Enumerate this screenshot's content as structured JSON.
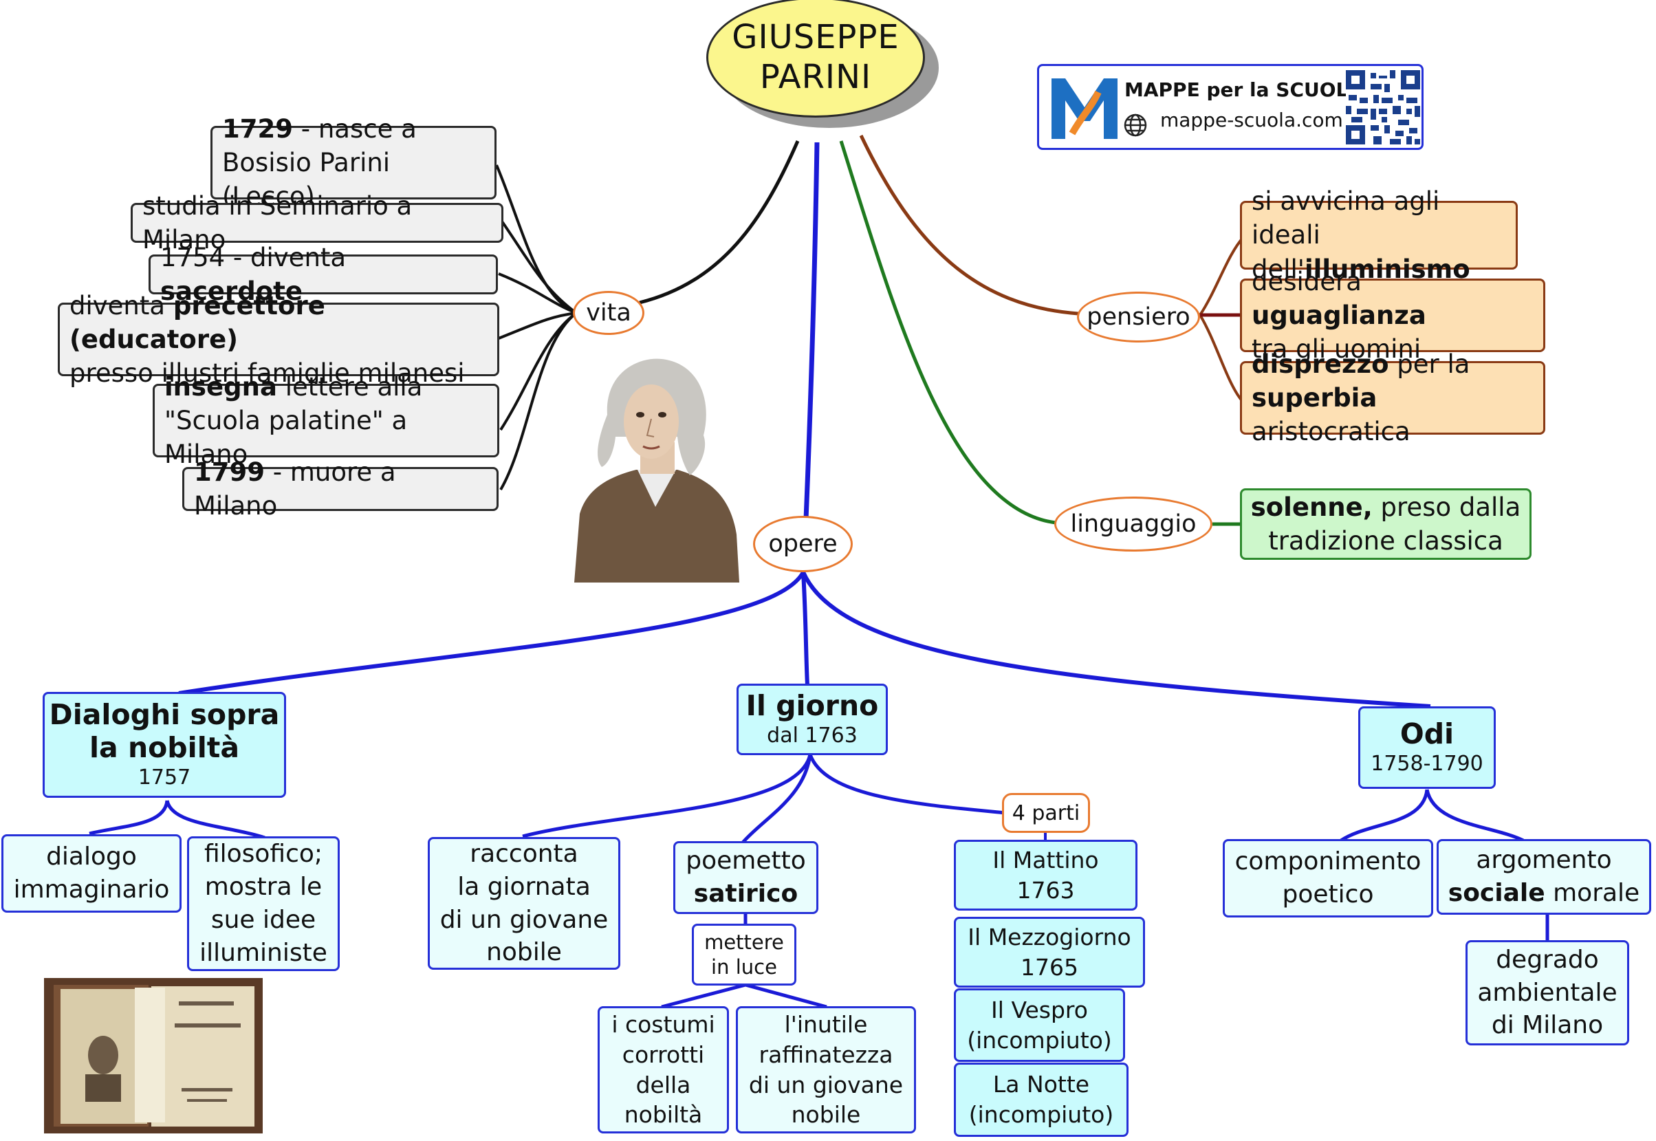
{
  "title": {
    "line1": "GIUSEPPE",
    "line2": "PARINI"
  },
  "logo": {
    "name": "MAPPE per la SCUOLA",
    "site": "mappe-scuola.com",
    "mark": "M"
  },
  "vita": {
    "label": "vita",
    "items": [
      {
        "b1": "1729",
        "t1": " - nasce a",
        "line2": "Bosisio Parini (Lecco)"
      },
      {
        "text": "studia in Seminario a Milano"
      },
      {
        "t1": "1754 - diventa ",
        "b1": "sacerdote"
      },
      {
        "t1": "diventa ",
        "b1": "precettore (educatore)",
        "line2": "presso illustri famiglie milanesi"
      },
      {
        "b1": "insegna",
        "t1": " lettere alla",
        "line2": "\"Scuola palatine\" a Milano"
      },
      {
        "b1": "1799",
        "t1": " - muore a Milano"
      }
    ]
  },
  "pensiero": {
    "label": "pensiero",
    "items": [
      {
        "line1": "si avvicina agli ideali",
        "pre2": "dell'",
        "b2": "illuminismo"
      },
      {
        "pre1": "desidera ",
        "b1": "uguaglianza",
        "line2": "tra gli uomini"
      },
      {
        "b1": "disprezzo",
        "t1": " per la",
        "b2": "superbia",
        "t2": " aristocratica"
      }
    ]
  },
  "linguaggio": {
    "label": "linguaggio",
    "box": {
      "b1": "solenne,",
      "t1": " preso dalla",
      "line2": "tradizione classica"
    }
  },
  "opere": {
    "label": "opere",
    "dialoghi": {
      "title_line1": "Dialoghi sopra",
      "title_line2": "la nobiltà",
      "year": "1757",
      "children": [
        {
          "lines": [
            "dialogo",
            "immaginario"
          ]
        },
        {
          "lines": [
            "filosofico;",
            "mostra le",
            "sue idee",
            "illuministe"
          ]
        }
      ]
    },
    "giorno": {
      "title": "Il giorno",
      "year": "dal 1763",
      "racconta": [
        "racconta",
        "la giornata",
        "di un giovane",
        "nobile"
      ],
      "poemetto": {
        "line1": "poemetto",
        "b2": "satirico"
      },
      "mettere": [
        "mettere",
        "in luce"
      ],
      "costumi": [
        "i costumi",
        "corrotti",
        "della",
        "nobiltà"
      ],
      "inutile": [
        "l'inutile",
        "raffinatezza",
        "di un giovane",
        "nobile"
      ],
      "parti_label": "4 parti",
      "parti": [
        {
          "line1": "Il Mattino",
          "line2": "1763"
        },
        {
          "line1": "Il Mezzogiorno",
          "line2": "1765"
        },
        {
          "line1": "Il Vespro",
          "line2": "(incompiuto)"
        },
        {
          "line1": "La Notte",
          "line2": "(incompiuto)"
        }
      ]
    },
    "odi": {
      "title": "Odi",
      "year": "1758-1790",
      "componimento": [
        "componimento",
        "poetico"
      ],
      "argomento": {
        "line1": "argomento",
        "b2": "sociale",
        "t2": " morale"
      },
      "degrado": [
        "degrado",
        "ambientale",
        "di Milano"
      ]
    }
  },
  "colors": {
    "vita_links": "#111111",
    "opere_links": "#1a1ad6",
    "pensiero_links": "#8a3a14",
    "pensiero_sublinks": "#7a1010",
    "linguaggio_links": "#1f7a1f",
    "node_orange": "#e87a30",
    "title_fill": "#fbf68d"
  }
}
